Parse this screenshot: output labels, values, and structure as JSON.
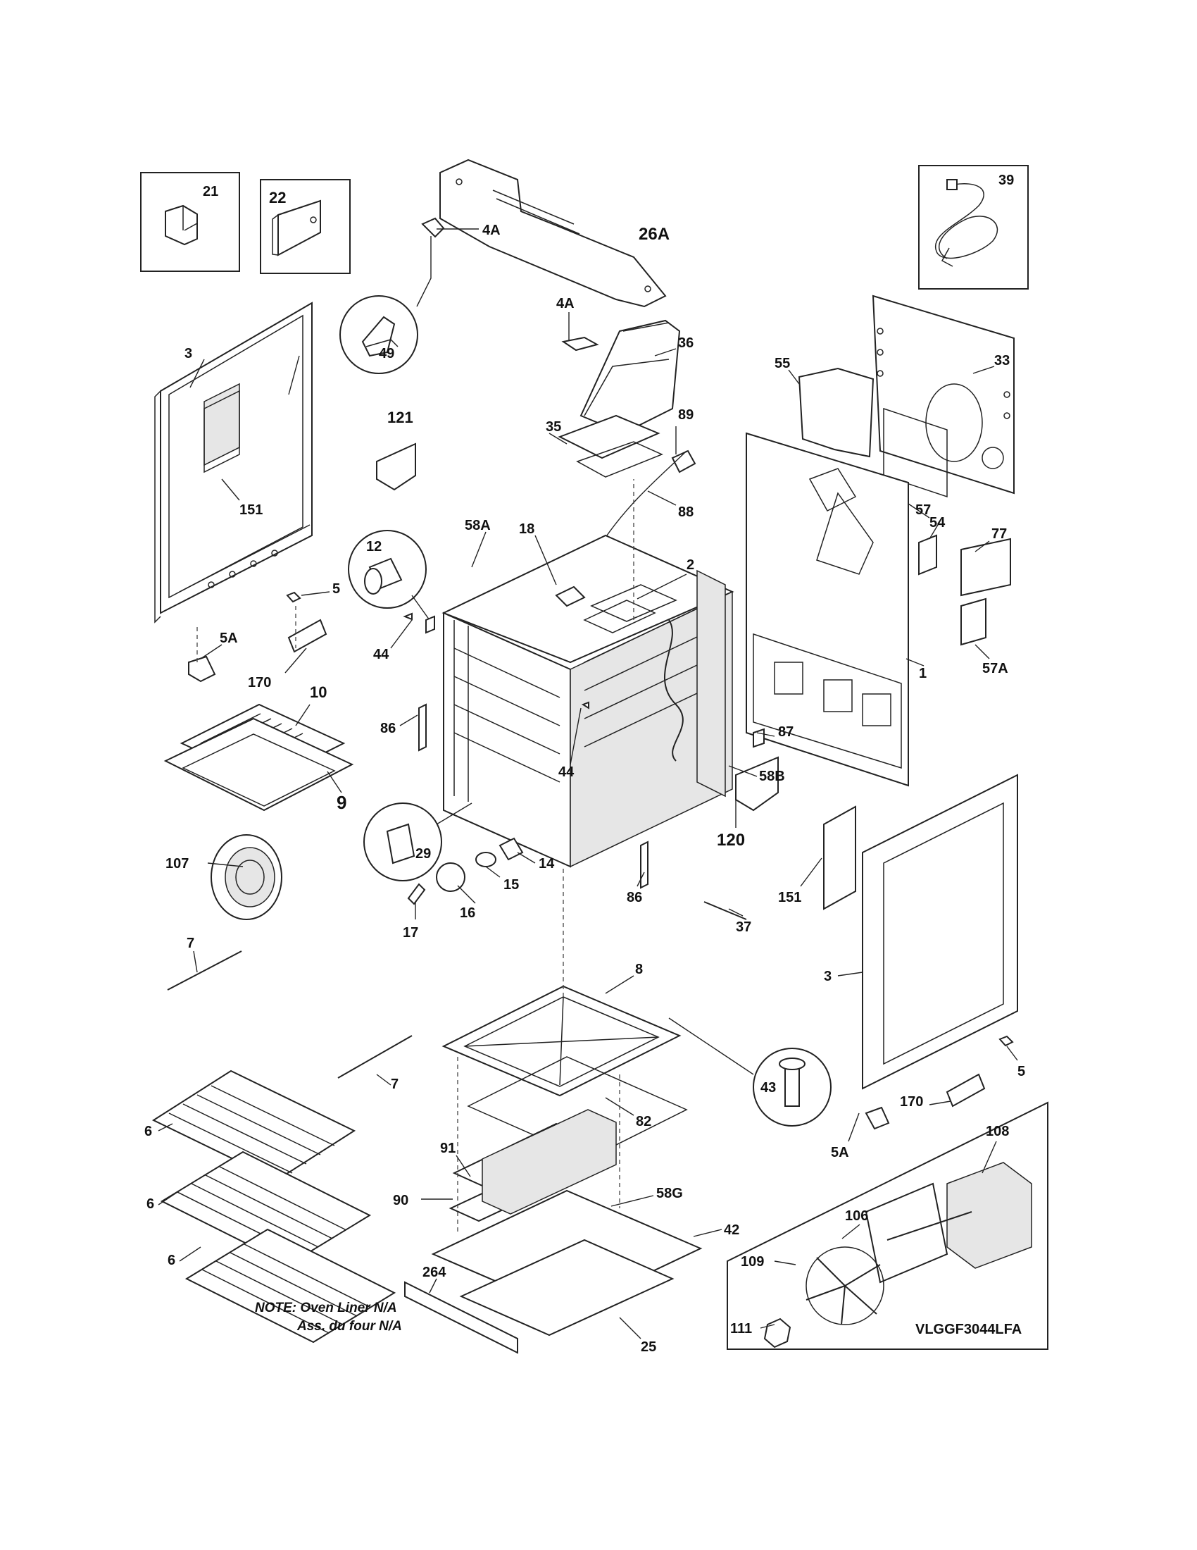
{
  "diagram": {
    "model_code": "VLGGF3044LFA",
    "note_line1": "NOTE: Oven Liner N/A",
    "note_line2": "Ass. du four N/A",
    "callouts": [
      {
        "id": "c21",
        "text": "21"
      },
      {
        "id": "c22",
        "text": "22"
      },
      {
        "id": "c39",
        "text": "39"
      },
      {
        "id": "c26A",
        "text": "26A"
      },
      {
        "id": "c4A_top",
        "text": "4A"
      },
      {
        "id": "c49",
        "text": "49"
      },
      {
        "id": "c4A_mid",
        "text": "4A"
      },
      {
        "id": "c36",
        "text": "36"
      },
      {
        "id": "c33",
        "text": "33"
      },
      {
        "id": "c55",
        "text": "55"
      },
      {
        "id": "c3_left",
        "text": "3"
      },
      {
        "id": "c121",
        "text": "121"
      },
      {
        "id": "c35",
        "text": "35"
      },
      {
        "id": "c89",
        "text": "89"
      },
      {
        "id": "c88",
        "text": "88"
      },
      {
        "id": "c54",
        "text": "54"
      },
      {
        "id": "c57",
        "text": "57"
      },
      {
        "id": "c77",
        "text": "77"
      },
      {
        "id": "c151_left",
        "text": "151"
      },
      {
        "id": "c12",
        "text": "12"
      },
      {
        "id": "c58A",
        "text": "58A"
      },
      {
        "id": "c18",
        "text": "18"
      },
      {
        "id": "c2",
        "text": "2"
      },
      {
        "id": "c5_left",
        "text": "5"
      },
      {
        "id": "c5A_left",
        "text": "5A"
      },
      {
        "id": "c44_left",
        "text": "44"
      },
      {
        "id": "c1",
        "text": "1"
      },
      {
        "id": "c57A",
        "text": "57A"
      },
      {
        "id": "c170_left",
        "text": "170"
      },
      {
        "id": "c10",
        "text": "10"
      },
      {
        "id": "c44_mid",
        "text": "44"
      },
      {
        "id": "c87",
        "text": "87"
      },
      {
        "id": "c86_left",
        "text": "86"
      },
      {
        "id": "c58B",
        "text": "58B"
      },
      {
        "id": "c9",
        "text": "9"
      },
      {
        "id": "c29",
        "text": "29"
      },
      {
        "id": "c14",
        "text": "14"
      },
      {
        "id": "c120",
        "text": "120"
      },
      {
        "id": "c107",
        "text": "107"
      },
      {
        "id": "c15",
        "text": "15"
      },
      {
        "id": "c86_mid",
        "text": "86"
      },
      {
        "id": "c151_right",
        "text": "151"
      },
      {
        "id": "c16",
        "text": "16"
      },
      {
        "id": "c37",
        "text": "37"
      },
      {
        "id": "c17",
        "text": "17"
      },
      {
        "id": "c7_left",
        "text": "7"
      },
      {
        "id": "c3_right",
        "text": "3"
      },
      {
        "id": "c8",
        "text": "8"
      },
      {
        "id": "c43",
        "text": "43"
      },
      {
        "id": "c7_mid",
        "text": "7"
      },
      {
        "id": "c5_right",
        "text": "5"
      },
      {
        "id": "c6_a",
        "text": "6"
      },
      {
        "id": "c170_right",
        "text": "170"
      },
      {
        "id": "c82",
        "text": "82"
      },
      {
        "id": "c108",
        "text": "108"
      },
      {
        "id": "c91",
        "text": "91"
      },
      {
        "id": "c5A_right",
        "text": "5A"
      },
      {
        "id": "c6_b",
        "text": "6"
      },
      {
        "id": "c58G",
        "text": "58G"
      },
      {
        "id": "c90",
        "text": "90"
      },
      {
        "id": "c42",
        "text": "42"
      },
      {
        "id": "c106",
        "text": "106"
      },
      {
        "id": "c264",
        "text": "264"
      },
      {
        "id": "c6_c",
        "text": "6"
      },
      {
        "id": "c109",
        "text": "109"
      },
      {
        "id": "c111",
        "text": "111"
      },
      {
        "id": "c25",
        "text": "25"
      }
    ]
  }
}
